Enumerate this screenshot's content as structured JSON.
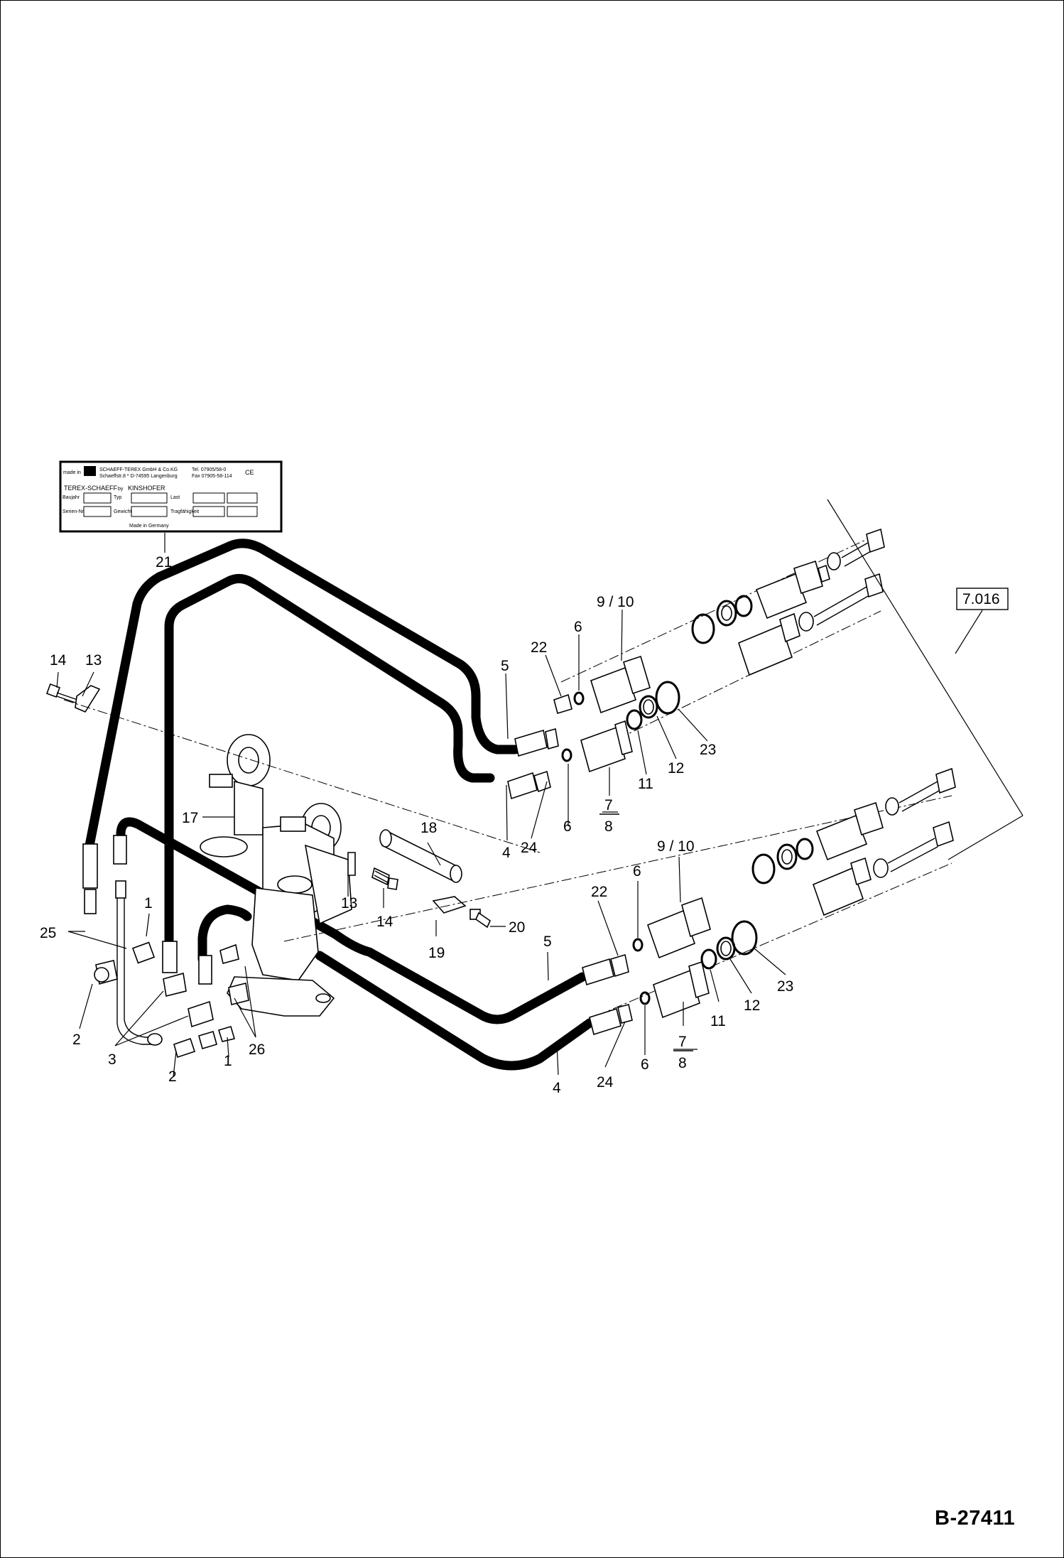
{
  "document_id": "B-27411",
  "group_ref": "7.016",
  "nameplate": {
    "made_in_label": "made in",
    "company_line1": "SCHAEFF-TEREX GmbH & Co.KG",
    "company_line2": "Schaeffstr.8  *  D-74595 Langenburg",
    "tel": "Tel. 07905/58-0",
    "fax": "Fax 07905-58-114",
    "ce_mark": "CE",
    "brand_left": "TEREX-SCHAEFF",
    "brand_by": "by",
    "brand_right": "KINSHOFER",
    "field_baujahr": "Baujahr",
    "field_typ": "Typ",
    "field_last": "Last",
    "field_serien": "Serien-Nr",
    "field_gewicht": "Gewicht",
    "field_tragfaehigkeit": "Tragfähigkeit",
    "made_in_germany": "Made in Germany"
  },
  "callouts": {
    "c21": "21",
    "c14a": "14",
    "c13a": "13",
    "c17": "17",
    "c18": "18",
    "c13b": "13",
    "c14b": "14",
    "c19": "19",
    "c20": "20",
    "c25": "25",
    "c1a": "1",
    "c2a": "2",
    "c3": "3",
    "c2b": "2",
    "c1b": "1",
    "c26": "26",
    "c5a": "5",
    "c22a": "22",
    "c6a": "6",
    "c910a": "9 / 10",
    "c4a": "4",
    "c24a": "24",
    "c6b": "6",
    "c7a": "7",
    "c8a": "8",
    "c11a": "11",
    "c12a": "12",
    "c23a": "23",
    "c910b": "9 / 10",
    "c6c": "6",
    "c22b": "22",
    "c5b": "5",
    "c4b": "4",
    "c24b": "24",
    "c6d": "6",
    "c7b": "7",
    "c8b": "8",
    "c11b": "11",
    "c12b": "12",
    "c23b": "23"
  }
}
